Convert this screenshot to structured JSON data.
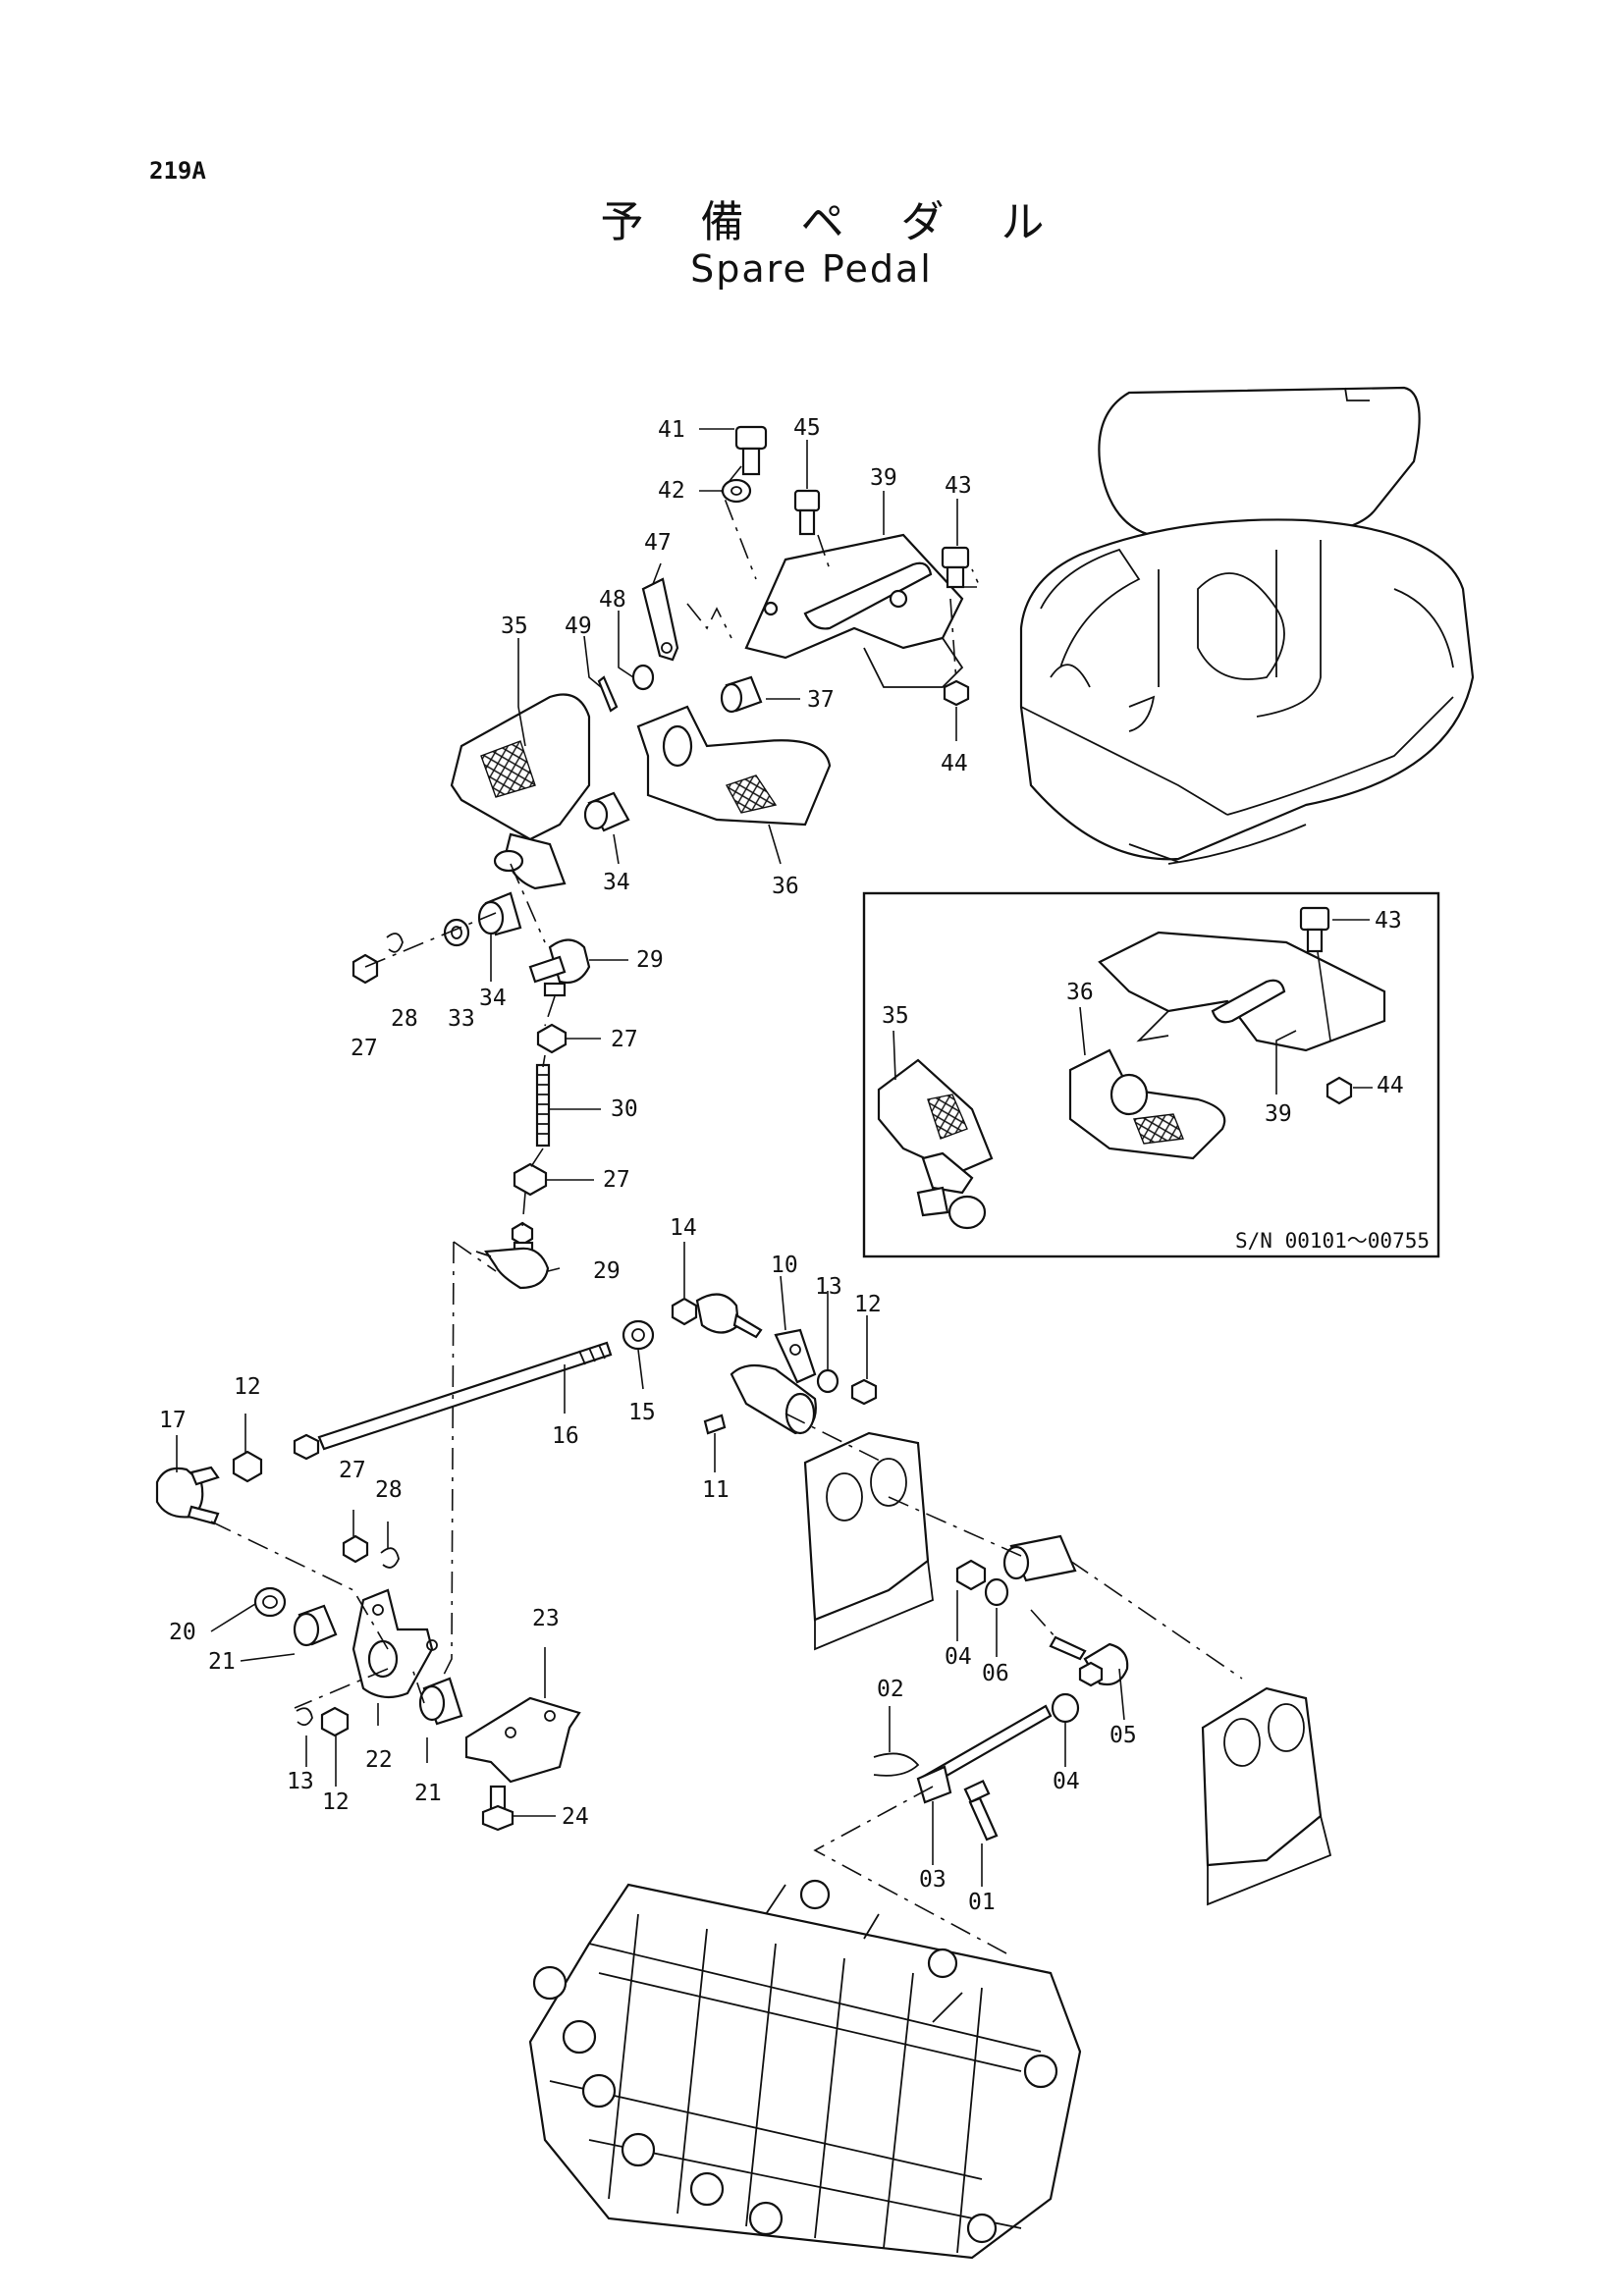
{
  "page_number": "219A",
  "title_jp": "予 備 ペ ダ ル",
  "title_en": "Spare Pedal",
  "inset": {
    "serial_range": "S/N 00101～00755"
  },
  "callouts": {
    "c41": "41",
    "c45": "45",
    "c42": "42",
    "c39": "39",
    "c43": "43",
    "c47": "47",
    "c48": "48",
    "c49": "49",
    "c35": "35",
    "c37": "37",
    "c44": "44",
    "c34a": "34",
    "c36": "36",
    "c34b": "34",
    "c29a": "29",
    "c27a": "27",
    "c28a": "28",
    "c33": "33",
    "c27b": "27",
    "c30": "30",
    "c27c": "27",
    "c29b": "29",
    "c14": "14",
    "c10": "10",
    "c13a": "13",
    "c12a": "12",
    "c15": "15",
    "c16": "16",
    "c11": "11",
    "c17": "17",
    "c12b": "12",
    "c27d": "27",
    "c28b": "28",
    "c20": "20",
    "c21a": "21",
    "c22": "22",
    "c21b": "21",
    "c13b": "13",
    "c12c": "12",
    "c23": "23",
    "c24": "24",
    "c04a": "04",
    "c06": "06",
    "c05": "05",
    "c02": "02",
    "c04b": "04",
    "c03": "03",
    "c01": "01",
    "i43": "43",
    "i35": "35",
    "i36": "36",
    "i39": "39",
    "i44": "44"
  }
}
